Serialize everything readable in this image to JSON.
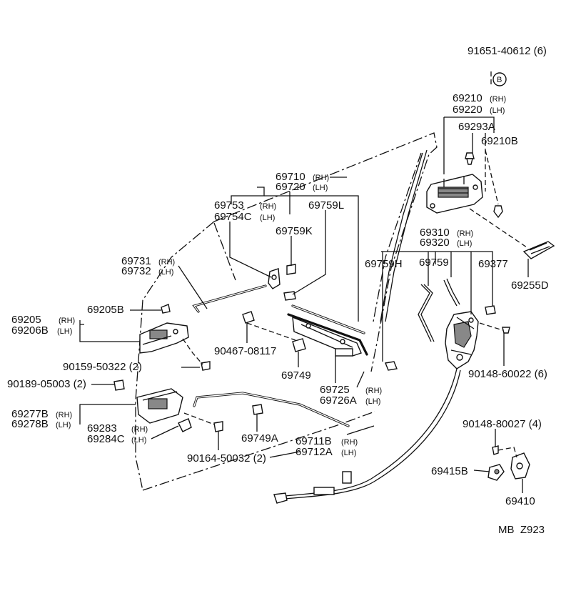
{
  "labels": {
    "p91651": "91651-40612 (6)",
    "circle_b": "B",
    "p69210": "69210",
    "p69210_sfx": "(RH)",
    "p69220": "69220",
    "p69220_sfx": "(LH)",
    "p69293A": "69293A",
    "p69210B": "69210B",
    "p69255D": "69255D",
    "p69710": "69710",
    "p69710_sfx": "(RH)",
    "p69720": "69720",
    "p69720_sfx": "(LH)",
    "p69753": "69753",
    "p69753_sfx": "(RH)",
    "p69754C": "69754C",
    "p69754C_sfx": "(LH)",
    "p69759L": "69759L",
    "p69759K": "69759K",
    "p69310": "69310",
    "p69310_sfx": "(RH)",
    "p69320": "69320",
    "p69320_sfx": "(LH)",
    "p69731": "69731",
    "p69731_sfx": "(RH)",
    "p69732": "69732",
    "p69732_sfx": "(LH)",
    "p69759H": "69759H",
    "p69759": "69759",
    "p69377": "69377",
    "p69205": "69205",
    "p69205_sfx": "(RH)",
    "p69206B": "69206B",
    "p69206B_sfx": "(LH)",
    "p69205B": "69205B",
    "p90467": "90467-08117",
    "p90159": "90159-50322 (2)",
    "p69749": "69749",
    "p90148_60022": "90148-60022 (6)",
    "p90189": "90189-05003 (2)",
    "p69725": "69725",
    "p69725_sfx": "(RH)",
    "p69726A": "69726A",
    "p69726A_sfx": "(LH)",
    "p69277B": "69277B",
    "p69277B_sfx": "(RH)",
    "p69278B": "69278B",
    "p69278B_sfx": "(LH)",
    "p69283": "69283",
    "p69283_sfx": "(RH)",
    "p69284C": "69284C",
    "p69284C_sfx": "(LH)",
    "p69749A": "69749A",
    "p69711B": "69711B",
    "p69711B_sfx": "(RH)",
    "p69712A": "69712A",
    "p69712A_sfx": "(LH)",
    "p90164": "90164-50032 (2)",
    "p90148_80027": "90148-80027 (4)",
    "p69415B": "69415B",
    "p69410": "69410",
    "code": "MB  Z923"
  }
}
